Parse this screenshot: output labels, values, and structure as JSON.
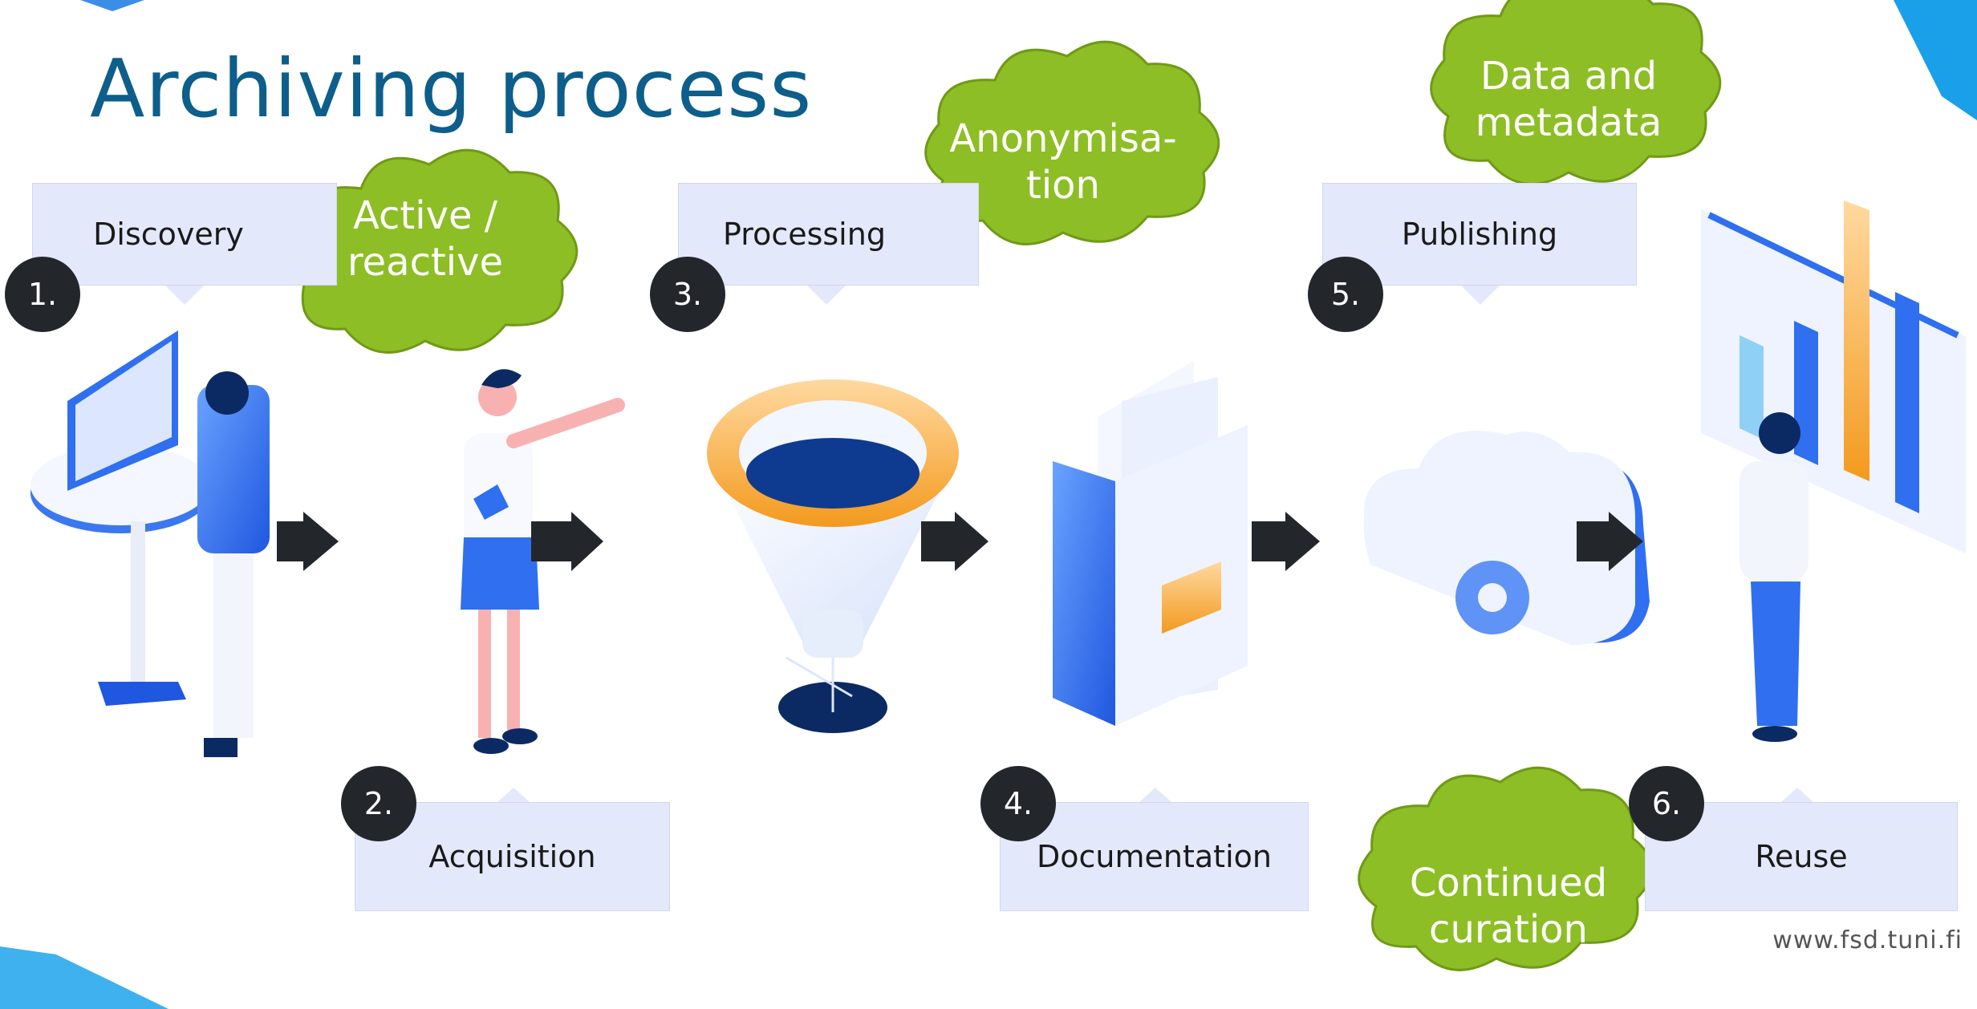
{
  "title": "Archiving process",
  "steps": [
    {
      "number": "1.",
      "label": "Discovery"
    },
    {
      "number": "2.",
      "label": "Acquisition"
    },
    {
      "number": "3.",
      "label": "Processing"
    },
    {
      "number": "4.",
      "label": "Documentation"
    },
    {
      "number": "5.",
      "label": "Publishing"
    },
    {
      "number": "6.",
      "label": "Reuse"
    }
  ],
  "clouds": {
    "active": [
      "Active /",
      "reactive"
    ],
    "anonymisation": [
      "Anonymisa-",
      "tion"
    ],
    "data": [
      "Data and",
      "metadata"
    ],
    "curation": [
      "Continued",
      "curation"
    ]
  },
  "footer": "www.fsd.tuni.fi",
  "colors": {
    "title": "#0d5e8a",
    "box": "#e3e9fb",
    "badge": "#23262b",
    "cloud": "#8dbe25",
    "arrow": "#23262b",
    "accent_blue": "#2f6ff0",
    "accent_orange": "#f5a623"
  }
}
